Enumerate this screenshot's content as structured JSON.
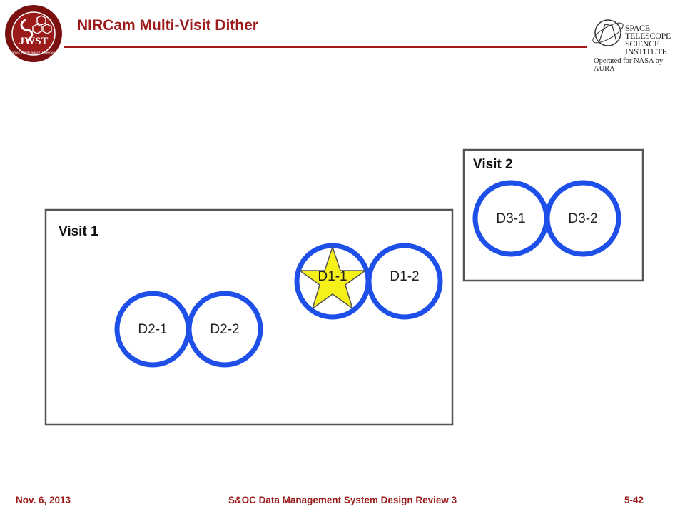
{
  "header": {
    "title": "NIRCam Multi-Visit Dither",
    "jwst_logo_text": "JWST",
    "jwst_logo_ring_text": "James Webb Space Telescope",
    "stsci_lines": [
      "SPACE",
      "TELESCOPE",
      "SCIENCE",
      "INSTITUTE"
    ],
    "stsci_subtitle": "Operated for NASA by AURA"
  },
  "diagram": {
    "visits": [
      {
        "label": "Visit 1",
        "dithers": [
          {
            "label": "D1-1",
            "has_star": true
          },
          {
            "label": "D1-2",
            "has_star": false
          },
          {
            "label": "D2-1",
            "has_star": false
          },
          {
            "label": "D2-2",
            "has_star": false
          }
        ]
      },
      {
        "label": "Visit 2",
        "dithers": [
          {
            "label": "D3-1",
            "has_star": false
          },
          {
            "label": "D3-2",
            "has_star": false
          }
        ]
      }
    ],
    "colors": {
      "circle_stroke": "#1e4fe8",
      "star_fill": "#f5ef1a",
      "box_border": "#555555",
      "title_color": "#9b1b1b"
    }
  },
  "footer": {
    "date": "Nov. 6, 2013",
    "center": "S&OC Data Management System Design Review 3",
    "page": "5-42"
  }
}
